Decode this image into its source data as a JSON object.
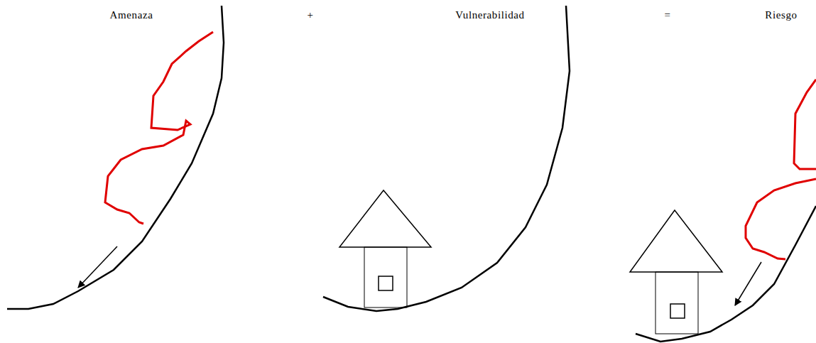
{
  "diagram": {
    "labels": [
      "Amenaza",
      "+",
      "Vulnerabilidad",
      "=",
      "Riesgo"
    ]
  }
}
